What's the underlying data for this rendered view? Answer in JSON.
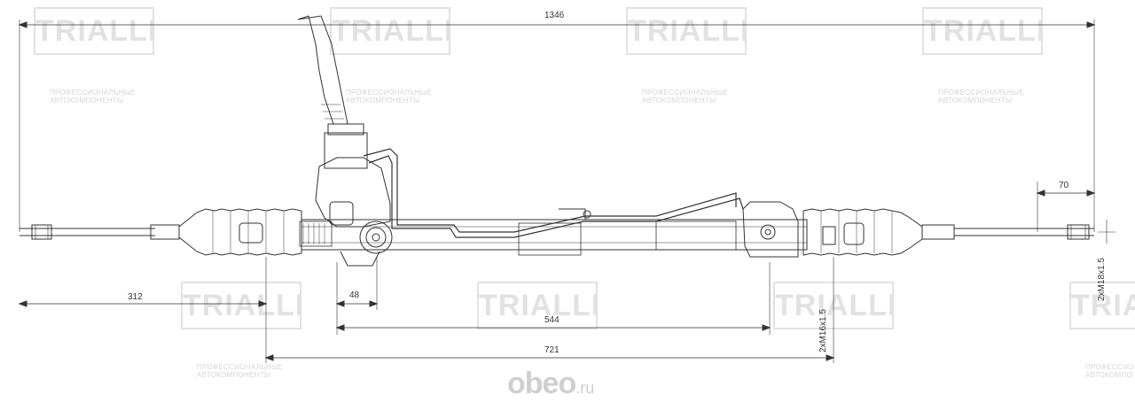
{
  "watermark": {
    "brand": "TRIALLI",
    "tagline_1": "ПРОФЕССИОНАЛЬНЫЕ",
    "tagline_2": "АВТОКОМПОНЕНТЫ"
  },
  "site_logo": {
    "name": "obeo",
    "tld": ".ru"
  },
  "dimensions": {
    "overall_length": "1346",
    "right_offset": "70",
    "left_extension": "312",
    "pinion_offset": "48",
    "mount_span": "544",
    "center_span": "721",
    "inner_thread": "2xM16x1.5",
    "outer_thread": "2xM18x1.5"
  },
  "colors": {
    "line": "#333333",
    "watermark": "#e2e2e2"
  }
}
